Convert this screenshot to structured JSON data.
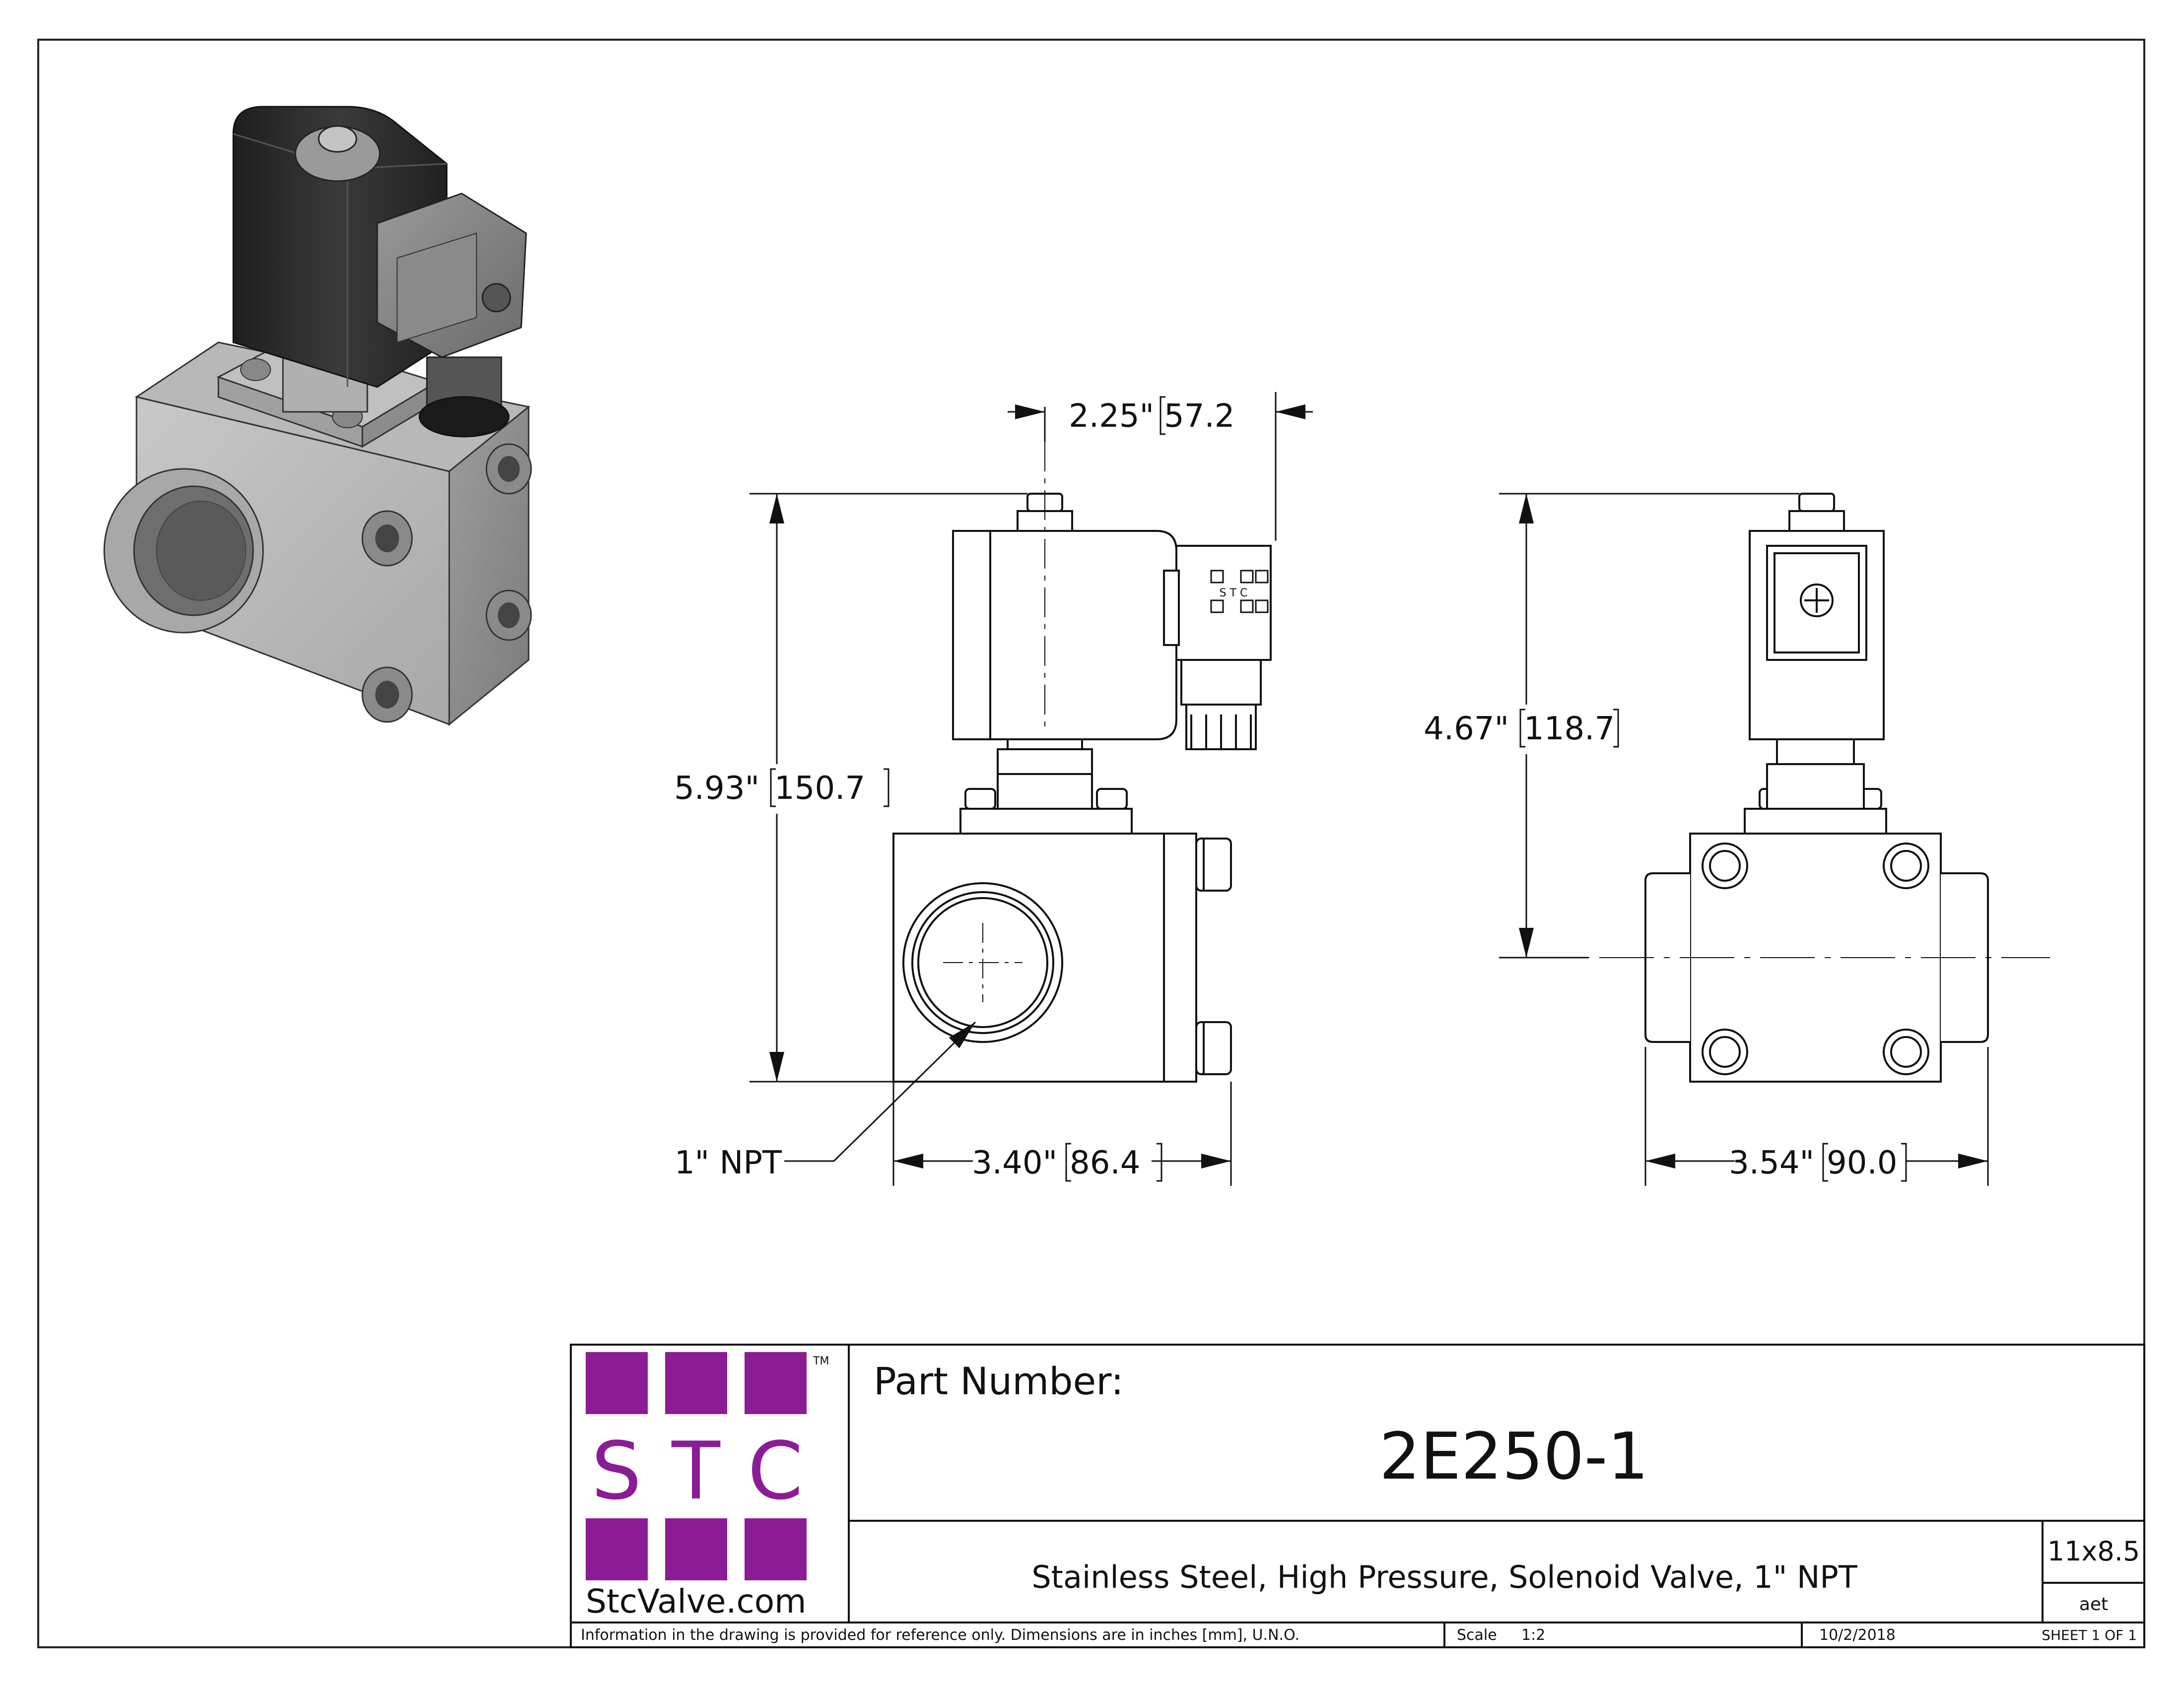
{
  "dimensions": {
    "width_conn": "2.25\"",
    "width_conn_mm": "57.2",
    "height_total": "5.93\"",
    "height_total_mm": "150.7",
    "height_side": "4.67\"",
    "height_side_mm": "118.7",
    "body_width": "3.40\"",
    "body_width_mm": "86.4",
    "side_width": "3.54\"",
    "side_width_mm": "90.0",
    "port_label": "1\" NPT"
  },
  "connector": {
    "text": "S T C"
  },
  "title_block": {
    "logo_letters": [
      "S",
      "T",
      "C"
    ],
    "trademark": "TM",
    "website": "StcValve.com",
    "part_number_label": "Part Number:",
    "part_number": "2E250-1",
    "description": "Stainless Steel, High Pressure, Solenoid Valve, 1\" NPT",
    "size": "11x8.5",
    "drawn_by": "aet",
    "note": "Information in the drawing is provided for reference only. Dimensions are in inches [mm], U.N.O.",
    "scale_label": "Scale",
    "scale_value": "1:2",
    "date": "10/2/2018",
    "sheet": "SHEET 1 OF 1"
  },
  "colors": {
    "logo_purple": "#8b1c96",
    "line": "#111111"
  }
}
